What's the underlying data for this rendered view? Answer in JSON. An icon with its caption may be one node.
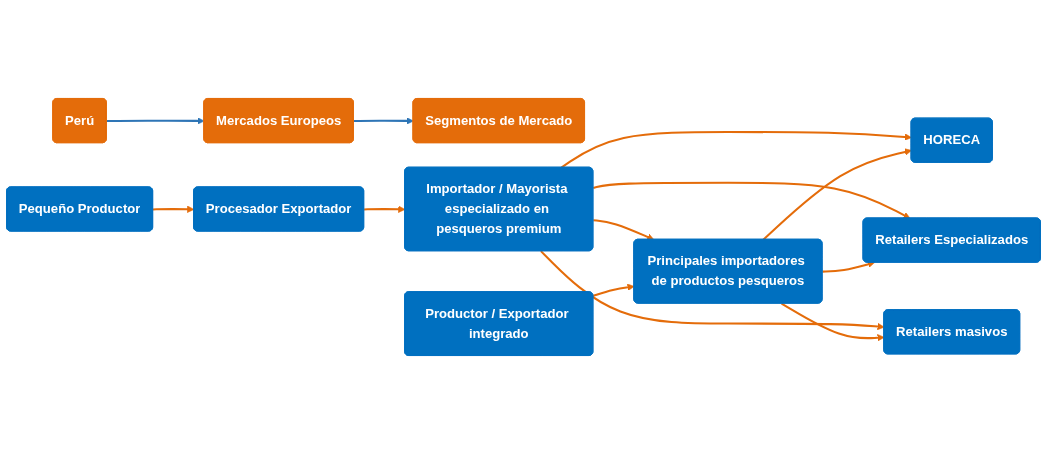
{
  "diagram": {
    "nodes": [
      {
        "text": [
          "Perú"
        ]
      },
      {
        "text": [
          "Mercados Europeos"
        ]
      },
      {
        "text": [
          "Segmentos de Mercado"
        ]
      },
      {
        "text": [
          "Pequeño Productor"
        ]
      },
      {
        "text": [
          "Procesador Exportador"
        ]
      },
      {
        "text": [
          "Importador / Mayorista especializado en pesqueros premium"
        ]
      },
      {
        "text": [
          "HORECA"
        ]
      },
      {
        "text": [
          "Retailers Especializados"
        ]
      },
      {
        "text": [
          "Productor / Exportador integrado"
        ]
      },
      {
        "text": [
          "Principales importadores de productos pesqueros"
        ]
      },
      {
        "text": [
          "Retailers masivos"
        ]
      }
    ],
    "edges": [
      {
        "from": 0,
        "to": 1,
        "arrow": "to",
        "color": "#2e75b6"
      },
      {
        "from": 1,
        "to": 2,
        "arrow": "to",
        "color": "#2e75b6"
      },
      {
        "from": 3,
        "to": 4,
        "arrow": "to"
      },
      {
        "from": 4,
        "to": 5,
        "arrow": "to"
      },
      {
        "from": 5,
        "to": 9,
        "arrow": "to"
      },
      {
        "from": 8,
        "to": 9,
        "arrow": "to"
      },
      {
        "from": 5,
        "to": 6,
        "arrow": "to"
      },
      {
        "from": 5,
        "to": 7,
        "arrow": "to"
      },
      {
        "from": 5,
        "to": 10,
        "arrow": "to"
      },
      {
        "from": 9,
        "to": 6,
        "arrow": "to"
      },
      {
        "from": 9,
        "to": 7,
        "arrow": "to"
      },
      {
        "from": 9,
        "to": 10,
        "arrow": "to"
      }
    ]
  }
}
